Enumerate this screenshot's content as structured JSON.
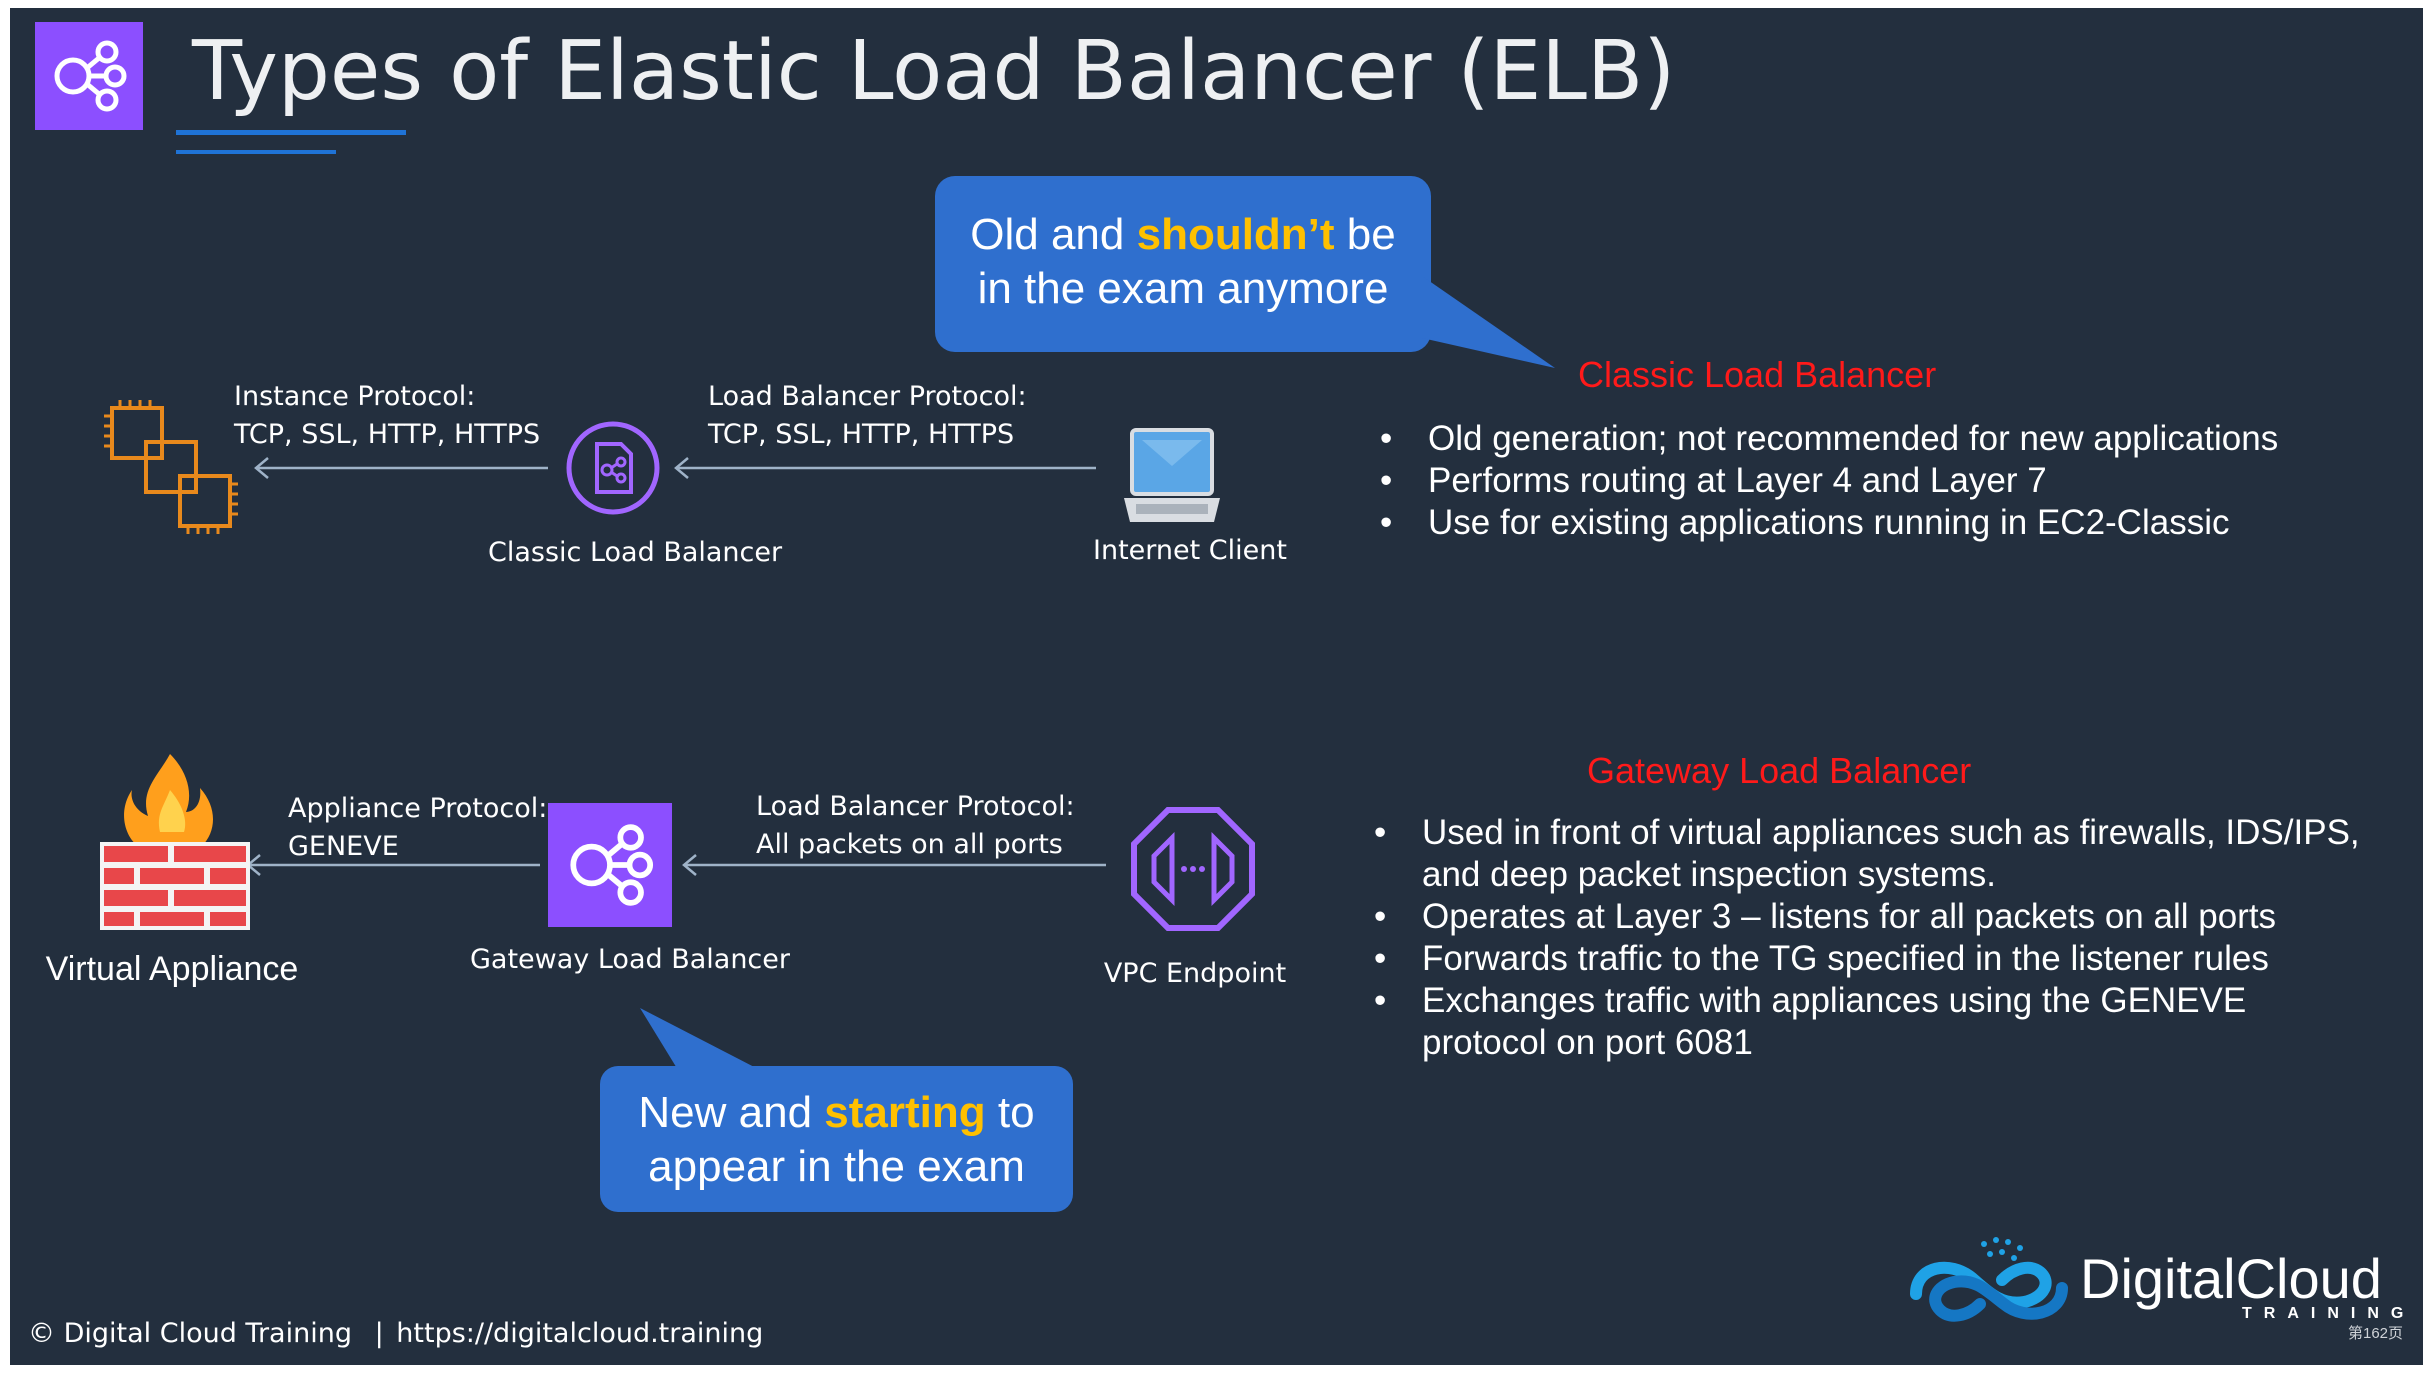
{
  "title": "Types of Elastic Load Balancer (ELB)",
  "bubbles": {
    "old": {
      "pre": "Old and ",
      "highlight": "shouldn’t",
      "post": " be",
      "line2": "in the exam anymore"
    },
    "new": {
      "pre": "New and ",
      "highlight": "starting",
      "post": " to",
      "line2": "appear in the exam"
    }
  },
  "clb_diagram": {
    "instance_protocol": {
      "line1": "Instance Protocol:",
      "line2": "TCP, SSL, HTTP, HTTPS"
    },
    "lb_protocol": {
      "line1": "Load Balancer Protocol:",
      "line2": "TCP, SSL, HTTP, HTTPS"
    },
    "balancer_label": "Classic Load Balancer",
    "client_label": "Internet Client"
  },
  "gwlb_diagram": {
    "appliance_protocol": {
      "line1": "Appliance Protocol:",
      "line2": "GENEVE"
    },
    "lb_protocol": {
      "line1": "Load Balancer Protocol:",
      "line2": "All packets on all ports"
    },
    "appliance_label": "Virtual Appliance",
    "balancer_label": "Gateway Load Balancer",
    "endpoint_label": "VPC Endpoint"
  },
  "clb_section": {
    "heading": "Classic Load Balancer",
    "bullets": [
      "Old generation; not recommended for new applications",
      "Performs routing at Layer 4 and Layer 7",
      "Use for existing applications running in EC2-Classic"
    ]
  },
  "gwlb_section": {
    "heading": "Gateway Load Balancer",
    "bullets": [
      {
        "line1": "Used in front of virtual appliances such as firewalls, IDS/IPS,",
        "line2": "and deep packet inspection systems."
      },
      {
        "line1": "Operates at Layer 3 – listens for all packets on all ports",
        "line2": ""
      },
      {
        "line1": "Forwards traffic to the TG specified in the listener rules",
        "line2": ""
      },
      {
        "line1": "Exchanges traffic with appliances using the GENEVE",
        "line2": "protocol on port 6081"
      }
    ]
  },
  "footer": {
    "copyright": "© Digital Cloud Training",
    "separator": "|",
    "url": "https://digitalcloud.training"
  },
  "logo": {
    "name": "DigitalCloud",
    "sub": "TRAINING"
  },
  "page_number": "第162页",
  "colors": {
    "background": "#232f3e",
    "accent_purple": "#8c4fff",
    "bubble_blue": "#2f6fce",
    "highlight_yellow": "#ffc000",
    "heading_red": "#ff1a1a",
    "ec2_orange": "#e8891c",
    "connector_grey": "#9fb3c8"
  },
  "icons": [
    "elb-icon",
    "ec2-instances-icon",
    "classic-load-balancer-icon",
    "laptop-icon",
    "firewall-icon",
    "gateway-load-balancer-icon",
    "vpc-endpoint-icon",
    "digitalcloud-logo-icon"
  ]
}
